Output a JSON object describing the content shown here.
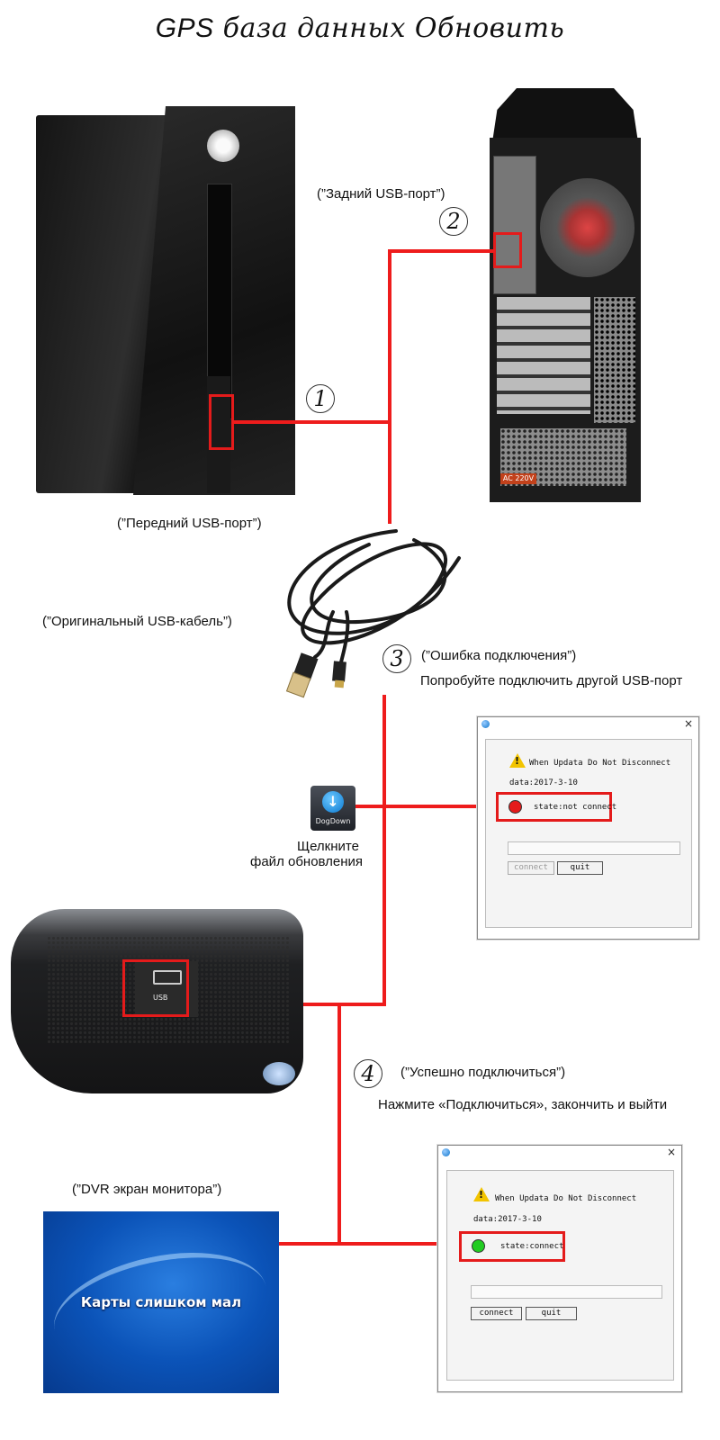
{
  "title_gps": "GPS",
  "title_rest": " база данных Обновить",
  "labels": {
    "rear_port": "(”Задний USB-порт”)",
    "front_port": "(”Передний USB-порт”)",
    "cable": "(”Оригинальный USB-кабель”)",
    "connect_error": "(”Ошибка подключения”)",
    "try_other": "Попробуйте подключить другой USB-порт",
    "click_line1": "Щелкните",
    "click_line2": "файл обновления",
    "success": "(”Успешно подключиться”)",
    "press_connect": "Нажмите «Подключиться», закончить и выйти",
    "dvr_screen": "(”DVR экран монитора”)"
  },
  "steps": [
    "1",
    "2",
    "3",
    "4"
  ],
  "icons": {
    "dogdown_label": "DogDown",
    "dvr_port_label": "USB",
    "rear_psu_label": "AC 220V"
  },
  "dialog_error": {
    "close": "×",
    "warning": "When Updata Do Not Disconnect",
    "date": "data:2017-3-10",
    "state": "state:not connect",
    "state_color": "#e41b1b",
    "connect_label": "connect",
    "quit_label": "quit"
  },
  "dialog_success": {
    "close": "×",
    "warning": "When Updata Do Not Disconnect",
    "date": "data:2017-3-10",
    "state": "state:connect",
    "state_color": "#22cc22",
    "connect_label": "connect",
    "quit_label": "quit"
  },
  "screen_text": "Карты слишком мал",
  "colors": {
    "line": "#ee1c1c",
    "highlight": "#e41b1b"
  }
}
